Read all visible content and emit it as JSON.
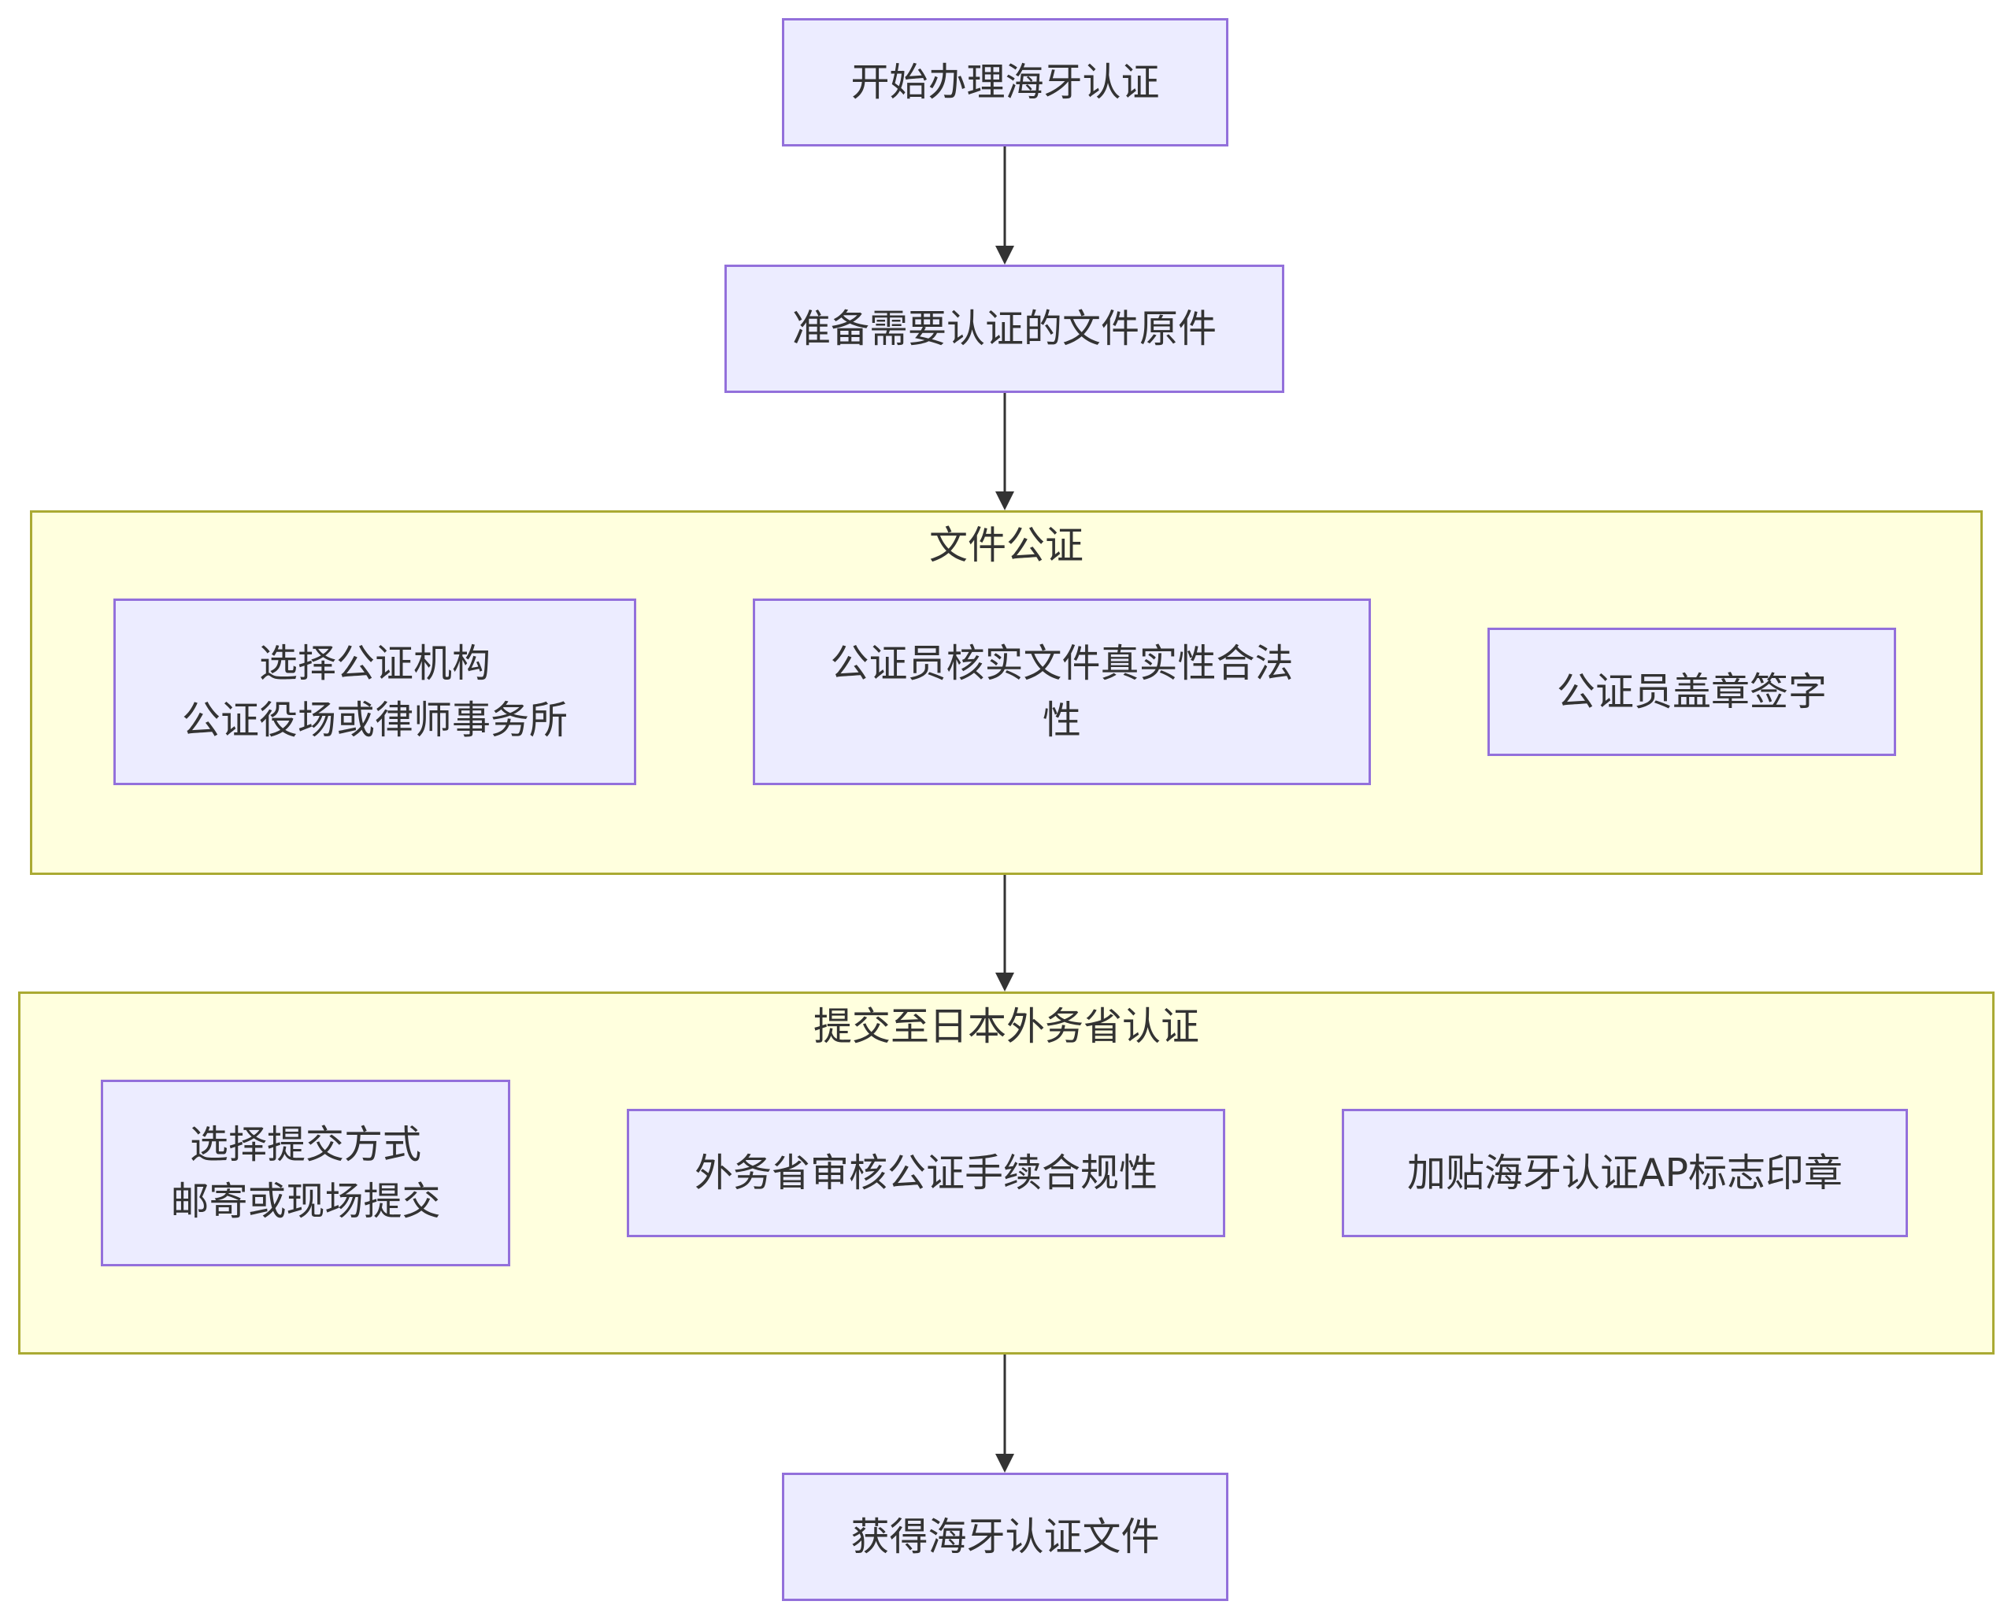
{
  "diagram": {
    "type": "flowchart",
    "direction": "top-to-bottom",
    "colors": {
      "node_fill": "#ececff",
      "node_stroke": "#9370db",
      "cluster_fill": "#ffffde",
      "cluster_stroke": "#aaaa33",
      "edge": "#333333",
      "text": "#333333"
    },
    "nodes": {
      "start": "开始办理海牙认证",
      "prepare": "准备需要认证的文件原件",
      "choose_notary": "选择公证机构\n公证役场或律师事务所",
      "notary_verify": "公证员核实文件真实性合法\n性",
      "notary_sign": "公证员盖章签字",
      "choose_submit": "选择提交方式\n邮寄或现场提交",
      "mofa_review": "外务省审核公证手续合规性",
      "ap_stamp": "加贴海牙认证AP标志印章",
      "obtain": "获得海牙认证文件"
    },
    "clusters": {
      "notarization": "文件公证",
      "mofa": "提交至日本外务省认证"
    },
    "edges": [
      {
        "from": "start",
        "to": "prepare"
      },
      {
        "from": "prepare",
        "to": "notarization"
      },
      {
        "from": "notarization",
        "to": "mofa"
      },
      {
        "from": "mofa",
        "to": "obtain"
      }
    ]
  }
}
